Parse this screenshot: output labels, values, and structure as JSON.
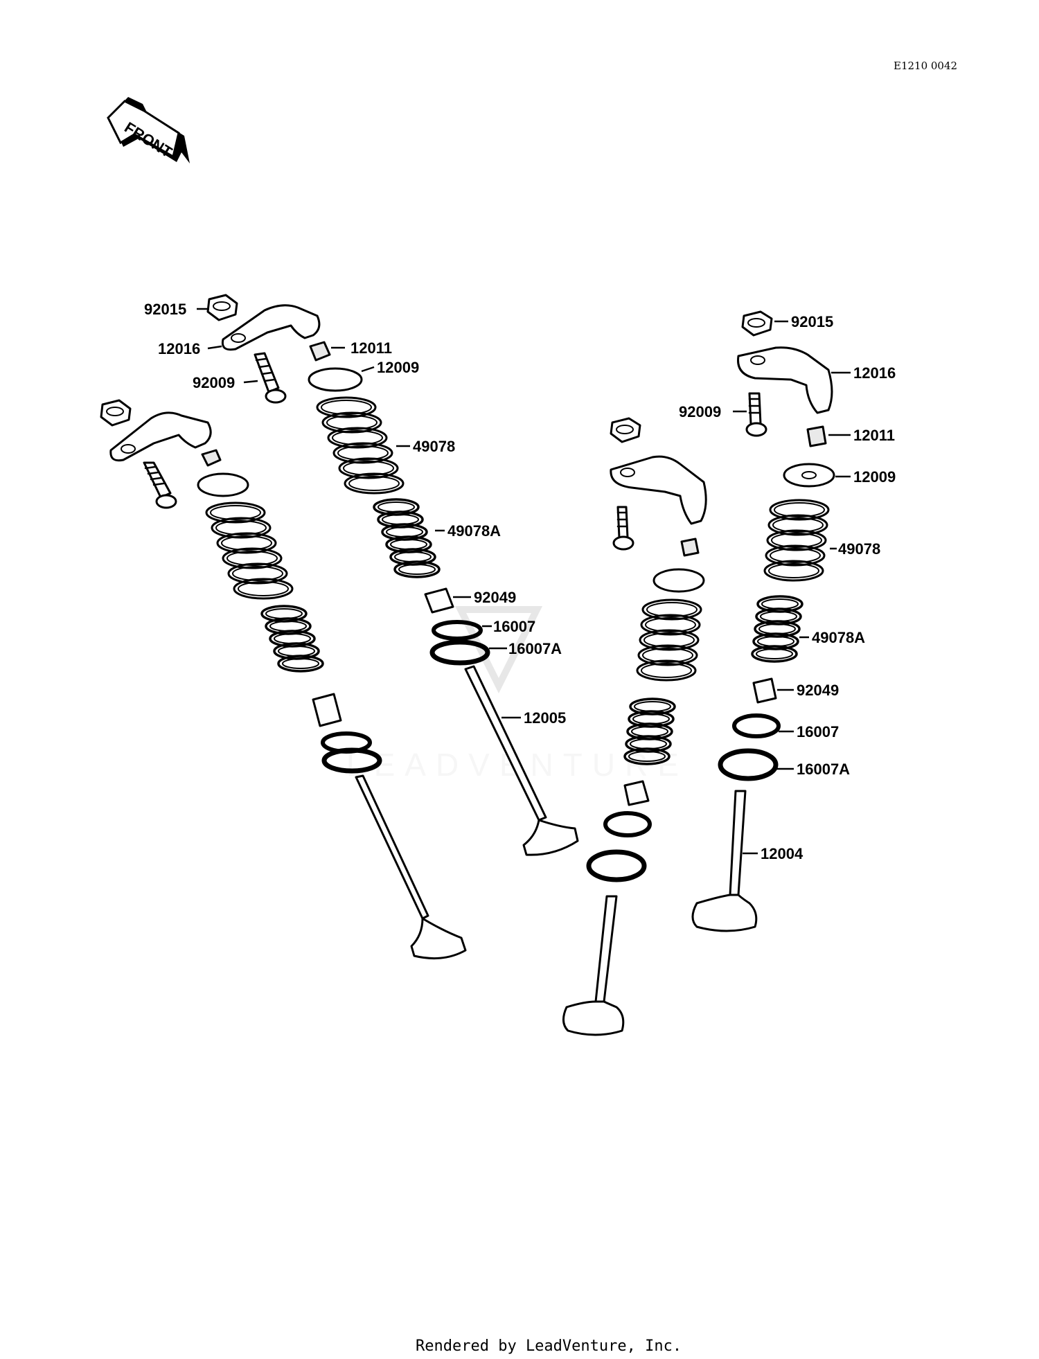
{
  "drawing_code": "E1210 0042",
  "front_arrow_label": "FRONT",
  "watermark": "LEADVENTURE",
  "footer": "Rendered by LeadVenture, Inc.",
  "callouts": {
    "left_92015": "92015",
    "left_12016": "12016",
    "left_12011": "12011",
    "left_92009": "92009",
    "left_12009": "12009",
    "left_49078": "49078",
    "left_49078A": "49078A",
    "left_92049": "92049",
    "left_16007": "16007",
    "left_16007A": "16007A",
    "left_12005": "12005",
    "right_92015": "92015",
    "right_12016": "12016",
    "right_92009": "92009",
    "right_12011": "12011",
    "right_12009": "12009",
    "right_49078": "49078",
    "right_49078A": "49078A",
    "right_92049": "92049",
    "right_16007": "16007",
    "right_16007A": "16007A",
    "right_12004": "12004"
  }
}
